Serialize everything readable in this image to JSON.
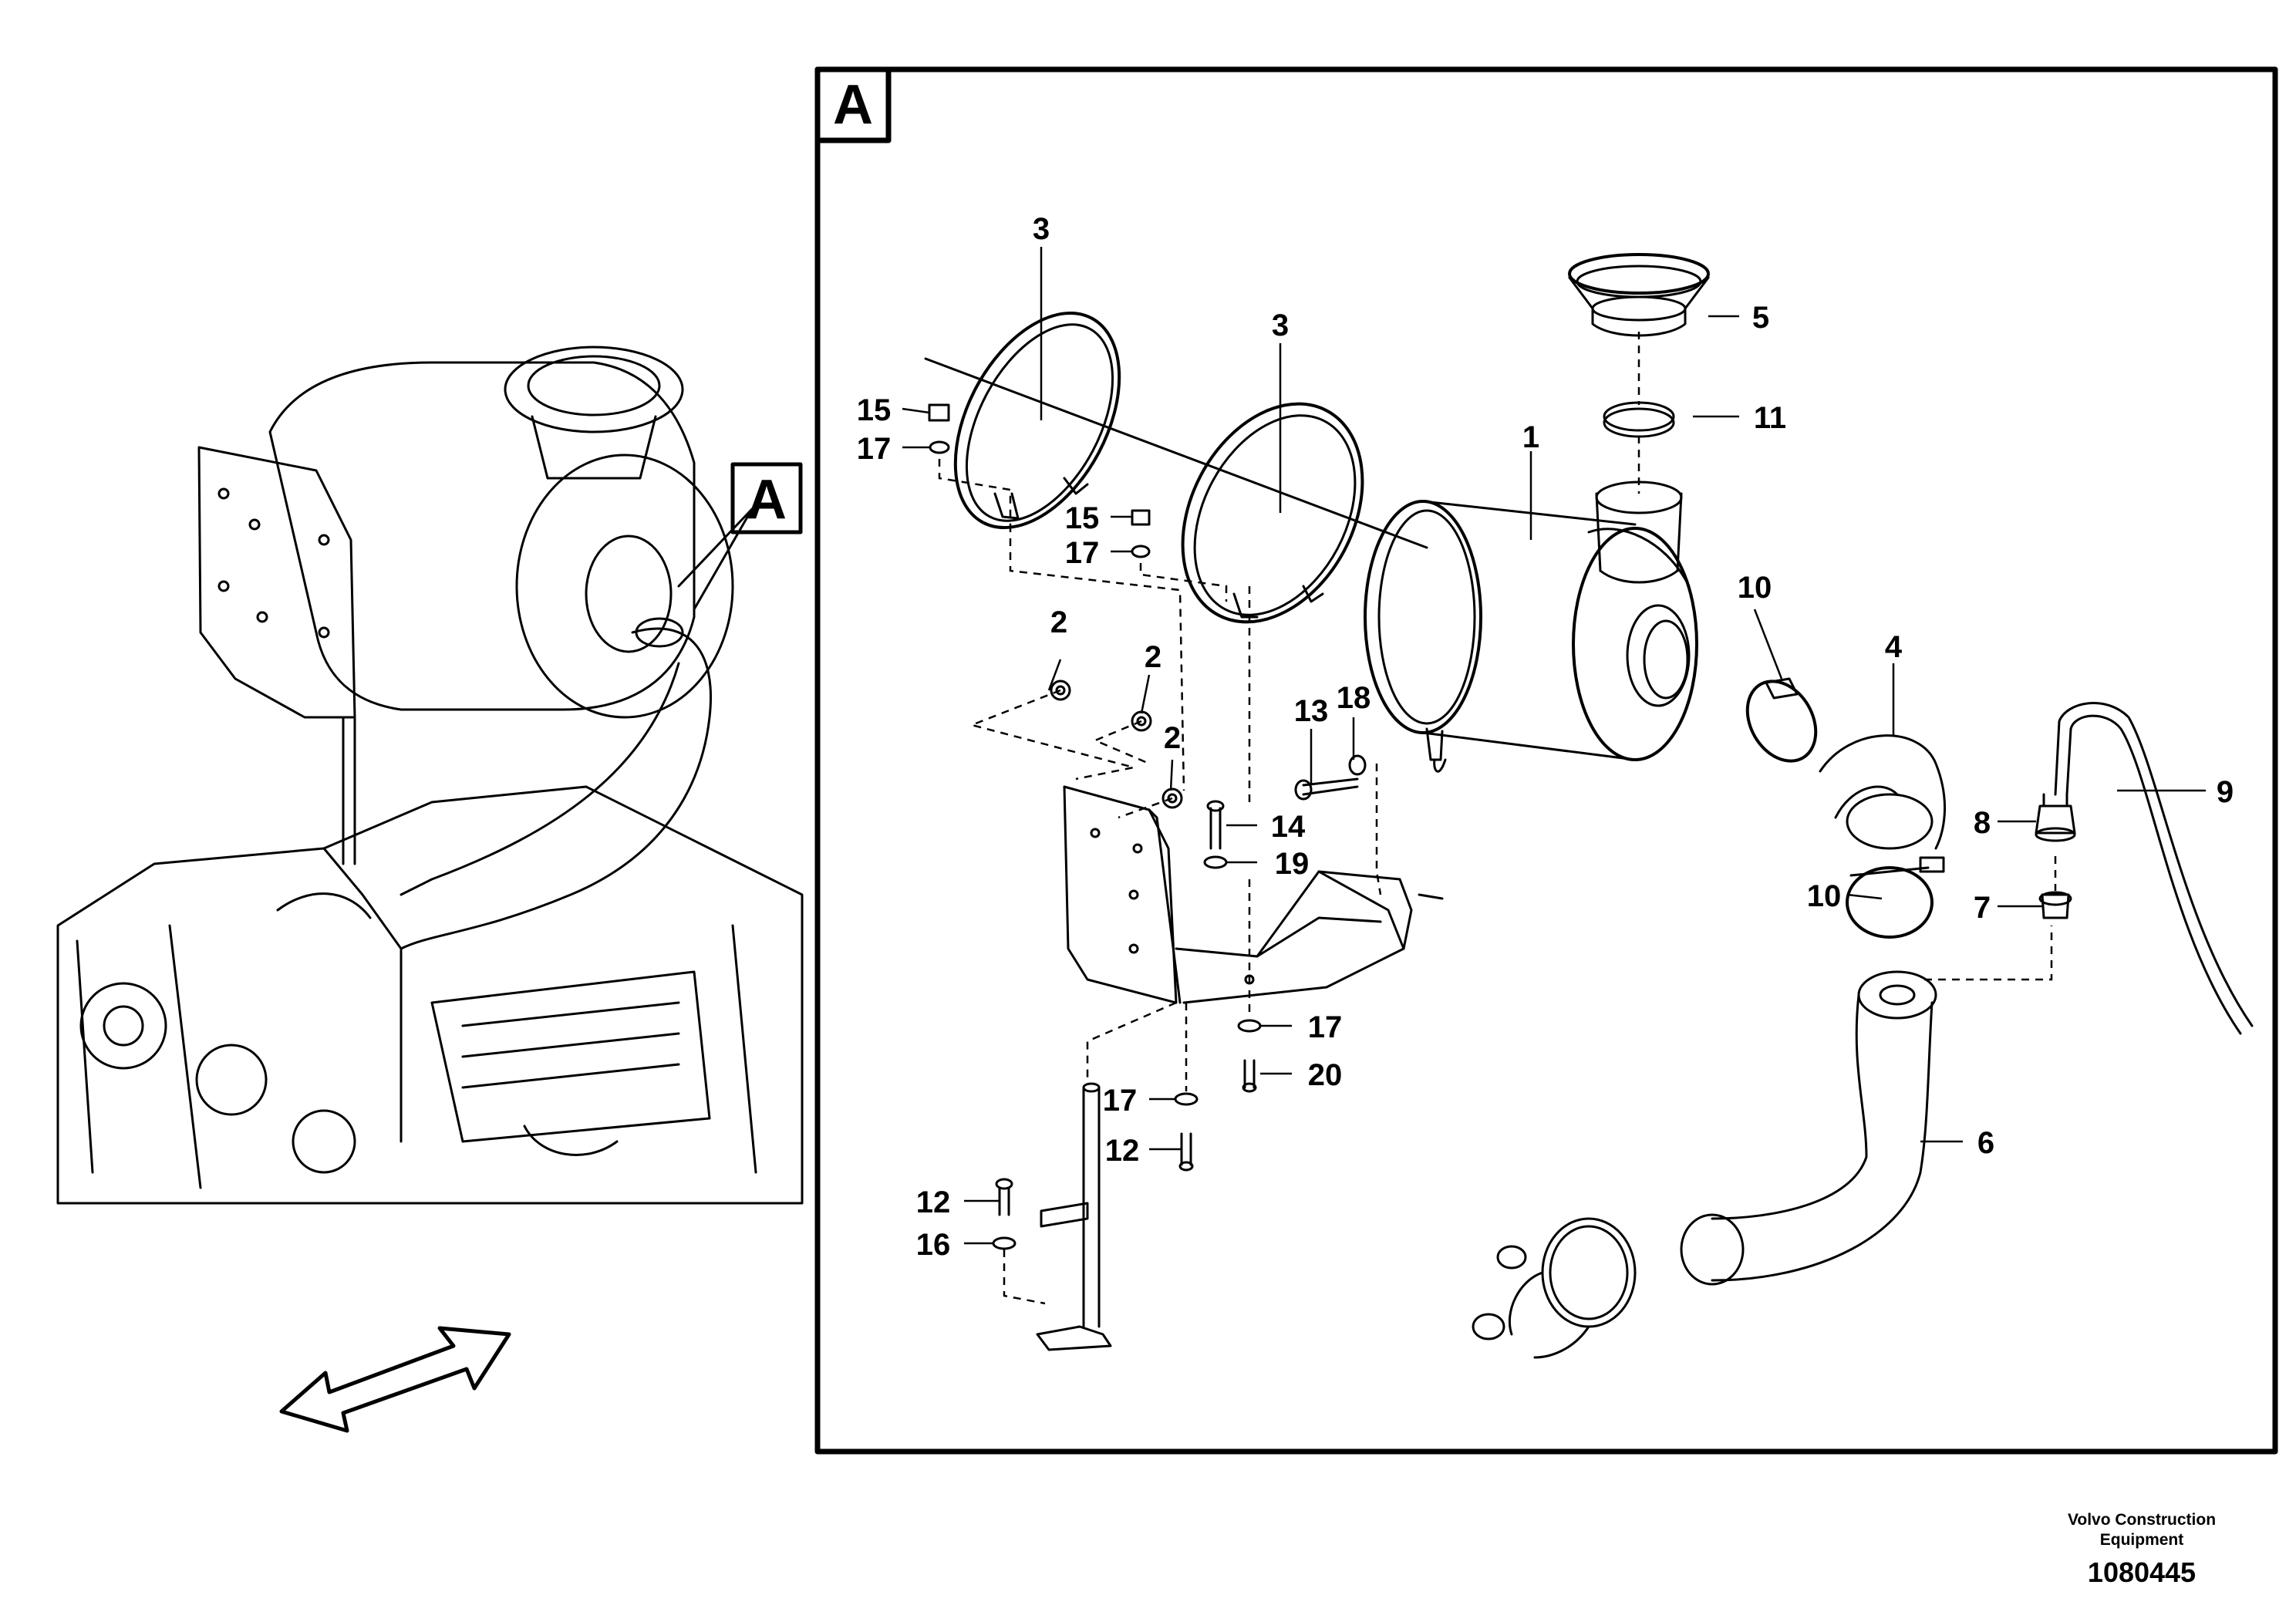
{
  "detail_label": "A",
  "overview_label": "A",
  "callouts": [
    "1",
    "2",
    "2",
    "2",
    "3",
    "3",
    "4",
    "5",
    "6",
    "7",
    "8",
    "9",
    "10",
    "10",
    "11",
    "12",
    "12",
    "13",
    "14",
    "15",
    "15",
    "16",
    "17",
    "17",
    "17",
    "17",
    "18",
    "19",
    "20"
  ],
  "footer": {
    "brand_line1": "Volvo Construction",
    "brand_line2": "Equipment",
    "drawing_number": "1080445"
  }
}
